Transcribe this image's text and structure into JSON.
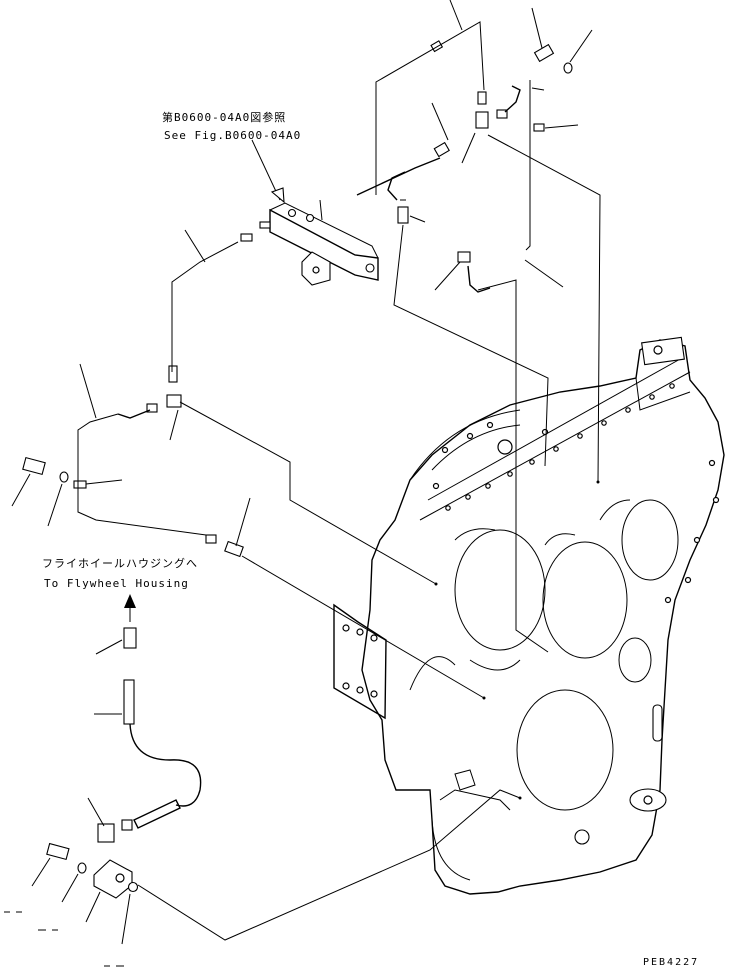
{
  "labels": {
    "reference_jp": "第B0600-04A0図参照",
    "reference_en": "See Fig.B0600-04A0",
    "destination_jp": "フライホイールハウジングへ",
    "destination_en": "To Flywheel Housing",
    "drawing_code": "PEB4227"
  }
}
